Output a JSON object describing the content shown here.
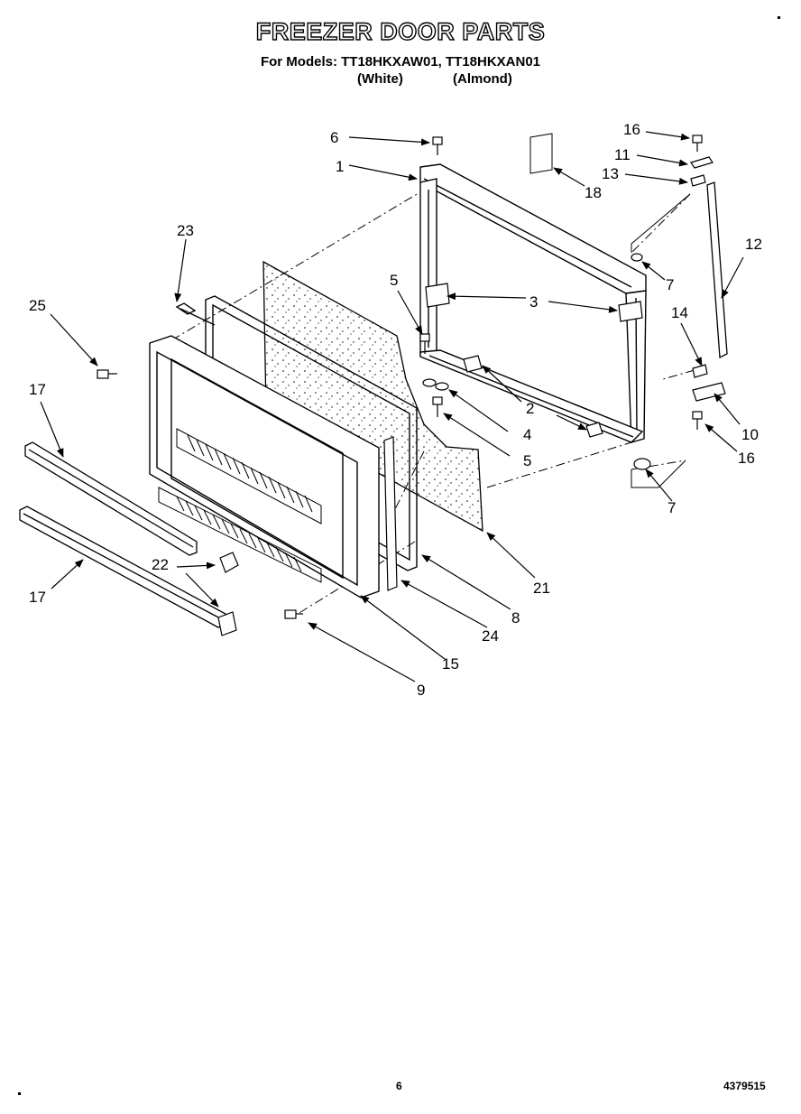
{
  "header": {
    "title": "FREEZER DOOR PARTS",
    "models_line": "For Models: TT18HKXAW01, TT18HKXAN01",
    "variant_white": "(White)",
    "variant_almond": "(Almond)"
  },
  "callouts": [
    "1",
    "2",
    "3",
    "4",
    "5",
    "5",
    "6",
    "7",
    "7",
    "8",
    "9",
    "10",
    "11",
    "12",
    "13",
    "14",
    "15",
    "16",
    "16",
    "17",
    "17",
    "18",
    "21",
    "22",
    "23",
    "24",
    "25"
  ],
  "footer": {
    "page_number": "6",
    "doc_number": "4379515"
  }
}
